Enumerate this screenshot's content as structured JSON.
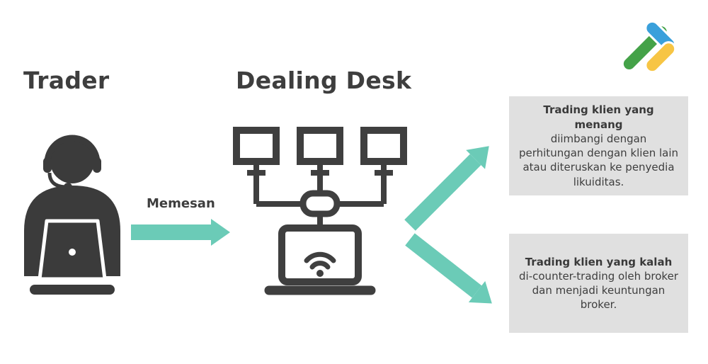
{
  "titles": {
    "trader": "Trader",
    "dealing_desk": "Dealing Desk"
  },
  "flow": {
    "order_label": "Memesan"
  },
  "outcomes": {
    "winning": {
      "heading": "Trading klien yang menang",
      "body": "diimbangi dengan perhitungan dengan klien lain atau diteruskan ke penyedia likuiditas."
    },
    "losing": {
      "heading": "Trading klien yang kalah",
      "body": "di-counter-trading oleh broker dan menjadi keuntungan broker."
    }
  },
  "icons": {
    "trader": "trader-headset-laptop-icon",
    "dealing_desk": "dealing-desk-network-icon",
    "brand_logo": "liteforex-logo",
    "order_arrow": "arrow-right-icon",
    "winning_arrow": "arrow-up-right-icon",
    "losing_arrow": "arrow-down-right-icon"
  },
  "colors": {
    "accent_teal": "#6BCBB7",
    "icon_dark": "#3B3B3B",
    "text_dark": "#3E3E3E",
    "box_background": "#E0E0E0",
    "logo_green": "#44A248",
    "logo_blue": "#3AA0DB",
    "logo_yellow": "#F7C544"
  }
}
